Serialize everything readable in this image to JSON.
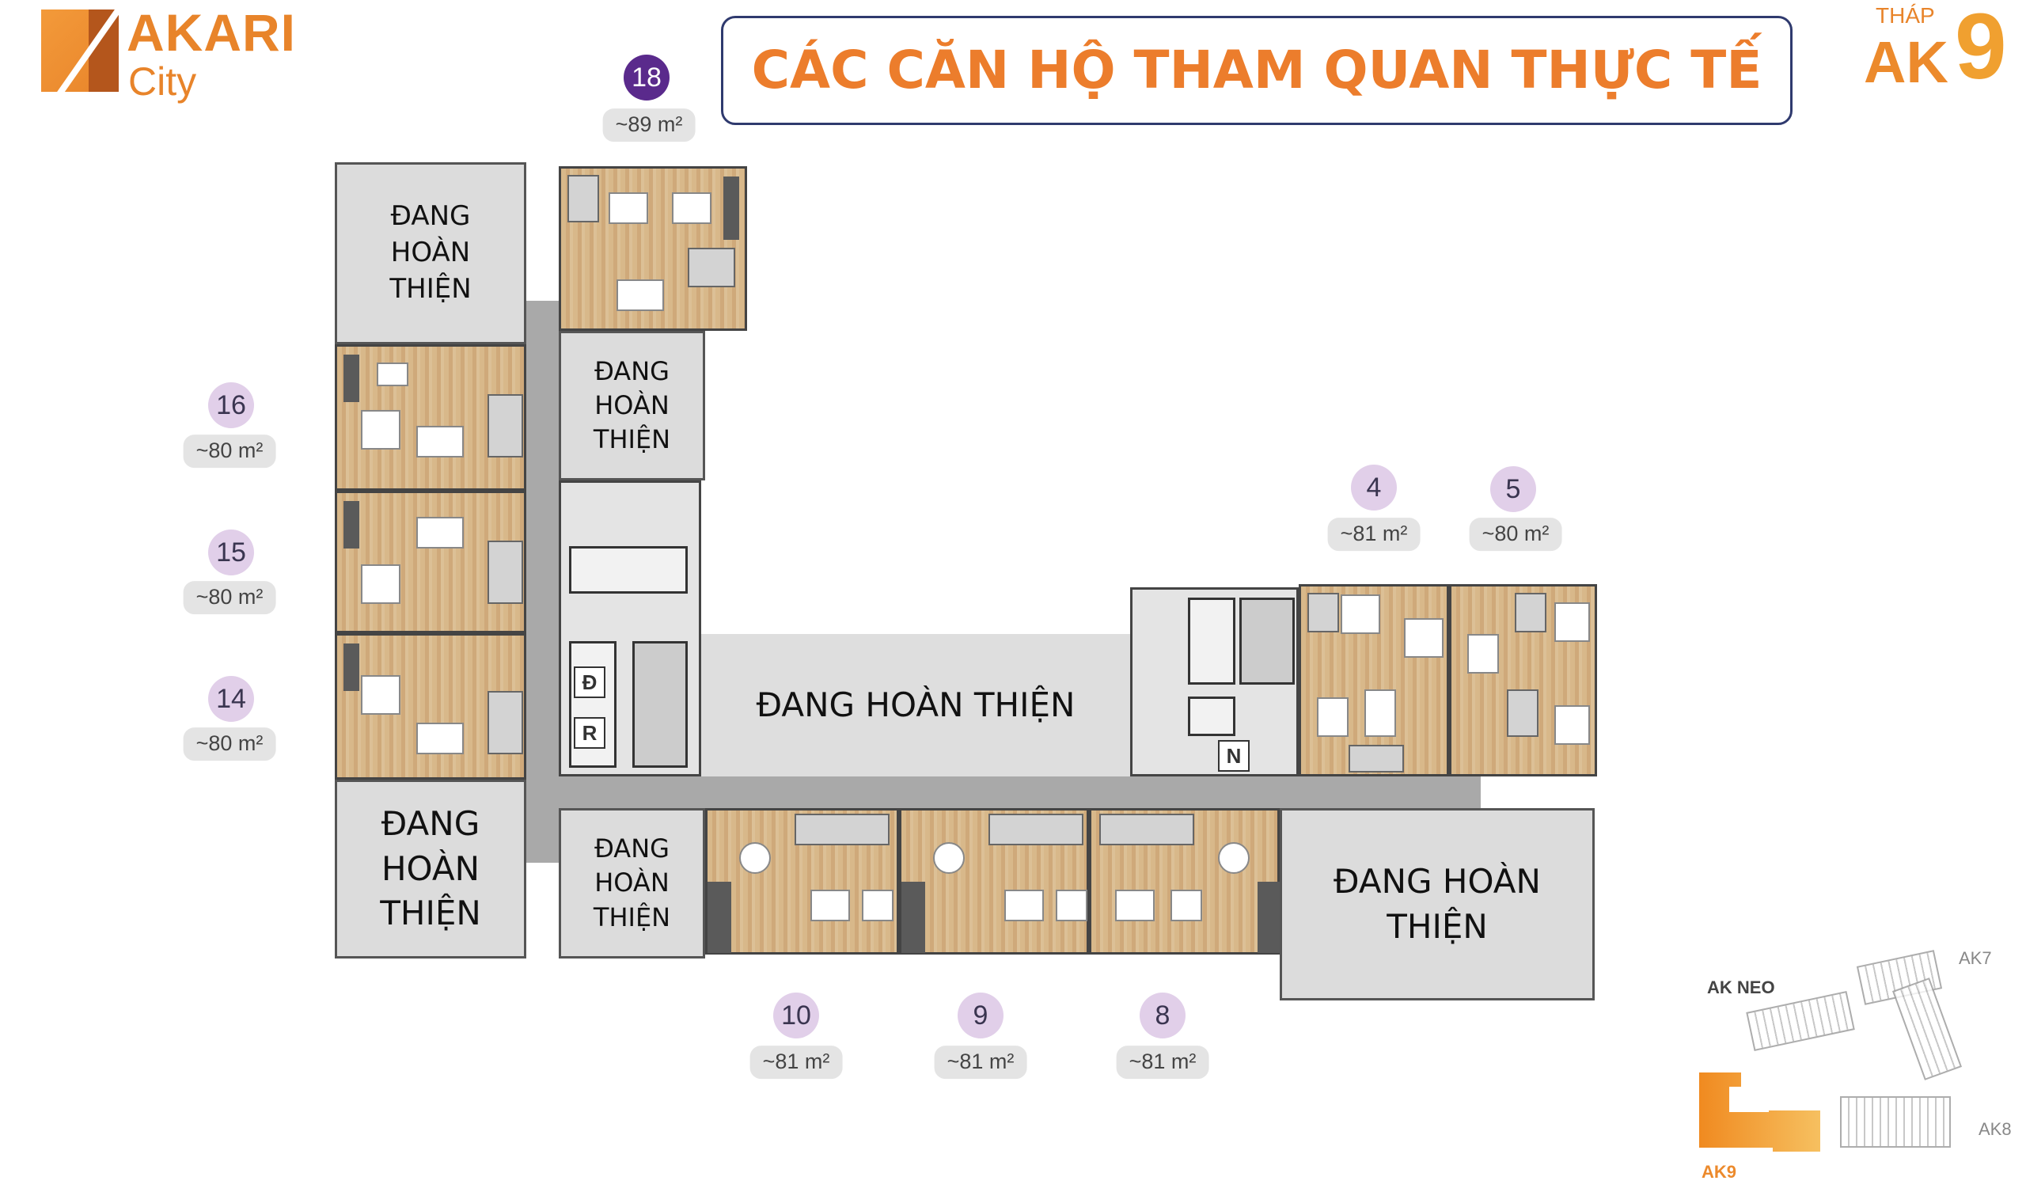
{
  "logo": {
    "brand": "AKARI",
    "sub": "City"
  },
  "title": "CÁC CĂN HỘ THAM QUAN THỰC TẾ",
  "tower": {
    "prefix": "THÁP",
    "name": "AK",
    "number": "9"
  },
  "blocks": {
    "in_progress_short": "ĐANG\nHOÀN\nTHIỆN",
    "in_progress_line": "ĐANG HOÀN THIỆN",
    "in_progress_two": "ĐANG HOÀN\nTHIỆN"
  },
  "core_labels": {
    "d": "Đ",
    "r": "R",
    "n": "N"
  },
  "units": [
    {
      "number": "18",
      "area": "~89 m²",
      "highlight": true
    },
    {
      "number": "16",
      "area": "~80 m²"
    },
    {
      "number": "15",
      "area": "~80 m²"
    },
    {
      "number": "14",
      "area": "~80 m²"
    },
    {
      "number": "4",
      "area": "~81 m²"
    },
    {
      "number": "5",
      "area": "~80 m²"
    },
    {
      "number": "10",
      "area": "~81 m²"
    },
    {
      "number": "9",
      "area": "~81 m²"
    },
    {
      "number": "8",
      "area": "~81 m²"
    }
  ],
  "minimap": {
    "ak_neo": "AK NEO",
    "ak7": "AK7",
    "ak8": "AK8",
    "ak9": "AK9"
  },
  "colors": {
    "accent": "#ec7d2c",
    "badge": "#e1cfe9",
    "badge_highlight": "#5a2a8c",
    "title_border": "#2f3a6e"
  }
}
